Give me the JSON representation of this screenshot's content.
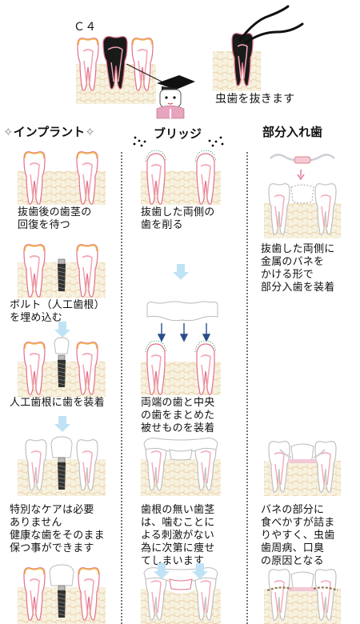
{
  "top": {
    "stage_label": "Ｃ４",
    "extract_caption": "虫歯を抜きます"
  },
  "columns": {
    "implant": {
      "heading": "インプラント",
      "steps": [
        "抜歯後の歯茎の\n回復を待つ",
        "ボルト（人工歯根）\nを埋め込む",
        "人工歯根に歯を装着",
        "特別なケアは必要\nありません\n健康な歯をそのまま\n保つ事ができます"
      ]
    },
    "bridge": {
      "heading": "ブリッジ",
      "steps": [
        "抜歯した両側の\n歯を削る",
        "両端の歯と中央\nの歯をまとめた\n被せものを装着",
        "歯根の無い歯茎\nは、噛むことに\nよる刺激がない\n為に次第に痩せ\nてしまいます"
      ]
    },
    "partial": {
      "heading": "部分入れ歯",
      "steps": [
        "抜歯した両側に\n金属のバネを\nかける形で\n部分入歯を装着",
        "バネの部分に\n食べかすが詰ま\nりやすく、虫歯\n歯周病、口臭\nの原因となる"
      ]
    }
  },
  "colors": {
    "gum": "#f7f2df",
    "gum_dot": "#e8c79e",
    "tooth_fill": "#ffffff",
    "tooth_outline": "#e1718c",
    "enamel": "#f1b64a",
    "nerve": "#f4a6b6",
    "arrow": "#bfe3f5",
    "cavity": "#222222",
    "doctor_coat": "#e7a4bf",
    "spring_metal": "#cfcfd6"
  },
  "icons": [
    "sparkle-icon",
    "down-arrow-icon",
    "tooth-icon",
    "dentist-mascot-icon",
    "forceps-icon"
  ]
}
